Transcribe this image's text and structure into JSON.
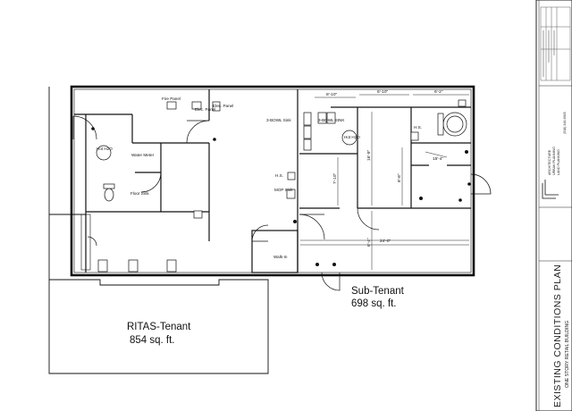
{
  "drawing": {
    "sheet_title": "EXISTING CONDITIONS PLAN",
    "sheet_subtitle": "ONE STORY RETAIL BUILDING"
  },
  "tenants": [
    {
      "name": "RITAS-Tenant",
      "area": "854 sq. ft."
    },
    {
      "name": "Sub-Tenant",
      "area": "698 sq. ft."
    }
  ],
  "room_labels": {
    "elec_panel_1": "Elec. Panel",
    "elec_panel_2": "Elec. Panel",
    "fire_panel": "Fire Panel",
    "hot_h2o_left": "Hot H2O",
    "hot_h2o_right": "Hot H2O",
    "water_meter": "Water Meter",
    "floor_sink": "Floor Sink",
    "three_bowl_sink_1": "3-BOWL Sink",
    "three_bowl_sink_2": "3-BOWL SINK",
    "hand_sink_1": "H.S.",
    "hand_sink_2": "H.S.",
    "mop_sink": "MOP Sink",
    "walk_in": "Walk-In"
  },
  "dimensions": {
    "d1": "8'-10\"",
    "d2": "6'-10\"",
    "d3": "6'-2\"",
    "d4": "16'-9\"",
    "d5": "15'-4\"",
    "d6": "7'-10\"",
    "d7": "8'-8\"",
    "d8": "6'-4\"",
    "d9": "24'-0\""
  },
  "title_block": {
    "firm_lines": [
      "ARCHITECTURE",
      "URBAN PLANNING",
      "LAND PLANNING"
    ],
    "phone": "(518) 346-6945"
  }
}
